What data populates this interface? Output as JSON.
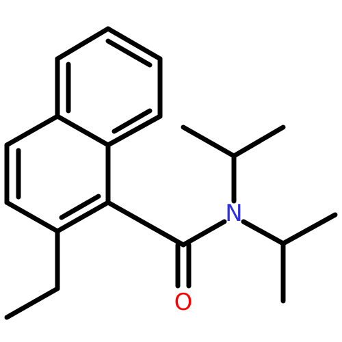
{
  "molecule": {
    "atoms": [
      {
        "id": "N1",
        "symbol": "N",
        "color": "#2f2fe6"
      },
      {
        "id": "O1",
        "symbol": "O",
        "color": "#ff0000"
      }
    ],
    "bond_color": "#000000"
  }
}
